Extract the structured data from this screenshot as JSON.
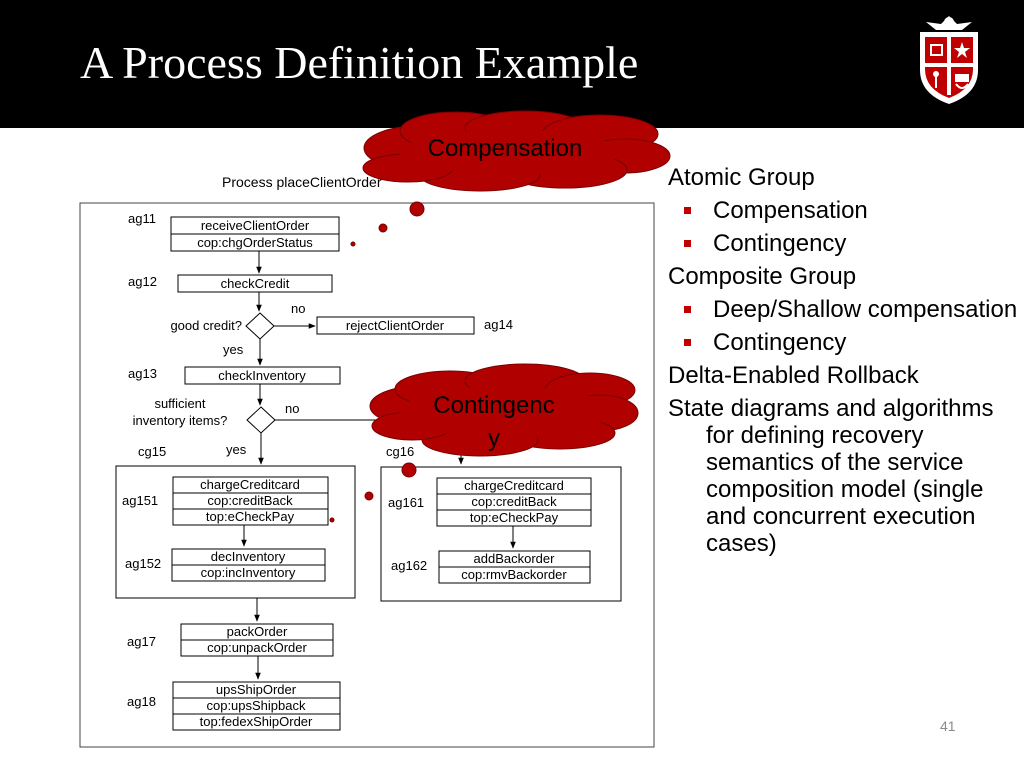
{
  "slide": {
    "title": "A Process Definition Example",
    "slide_number": "41"
  },
  "callouts": {
    "compensation": "Compensation",
    "contingency_line1": "Contingenc",
    "contingency_line2": "y"
  },
  "diagram": {
    "process_label": "Process placeClientOrder",
    "ag11_label": "ag11",
    "ag11_ops": [
      "receiveClientOrder",
      "cop:chgOrderStatus"
    ],
    "ag12_label": "ag12",
    "ag12_ops": [
      "checkCredit"
    ],
    "decision_credit": "good credit?",
    "no_label_1": "no",
    "yes_label_1": "yes",
    "reject_op": "rejectClientOrder",
    "ag14_label": "ag14",
    "ag13_label": "ag13",
    "ag13_ops": [
      "checkInventory"
    ],
    "decision_inventory_line1": "sufficient",
    "decision_inventory_line2": "inventory items?",
    "no_label_2": "no",
    "yes_label_2": "yes",
    "cg15_label": "cg15",
    "cg16_label": "cg16",
    "ag151_label": "ag151",
    "ag151_ops": [
      "chargeCreditcard",
      "cop:creditBack",
      "top:eCheckPay"
    ],
    "ag152_label": "ag152",
    "ag152_ops": [
      "decInventory",
      "cop:incInventory"
    ],
    "ag161_label": "ag161",
    "ag161_ops": [
      "chargeCreditcard",
      "cop:creditBack",
      "top:eCheckPay"
    ],
    "ag162_label": "ag162",
    "ag162_ops": [
      "addBackorder",
      "cop:rmvBackorder"
    ],
    "ag17_label": "ag17",
    "ag17_ops": [
      "packOrder",
      "cop:unpackOrder"
    ],
    "ag18_label": "ag18",
    "ag18_ops": [
      "upsShipOrder",
      "cop:upsShipback",
      "top:fedexShipOrder"
    ]
  },
  "bullets": [
    {
      "level": 1,
      "text": "Atomic Group"
    },
    {
      "level": 2,
      "text": "Compensation"
    },
    {
      "level": 2,
      "text": "Contingency"
    },
    {
      "level": 1,
      "text": "Composite Group"
    },
    {
      "level": 2,
      "text": "Deep/Shallow compensation"
    },
    {
      "level": 2,
      "text": "Contingency"
    },
    {
      "level": 1,
      "text": "Delta-Enabled Rollback"
    },
    {
      "level": 1,
      "text": "State diagrams and algorithms for defining recovery semantics of the service composition model (single and concurrent execution cases)"
    }
  ],
  "colors": {
    "header_bg": "#000000",
    "accent_red": "#b00000",
    "bullet_red": "#c00000",
    "logo_red": "#c00000"
  },
  "icons": {
    "logo": "university-shield-logo"
  }
}
